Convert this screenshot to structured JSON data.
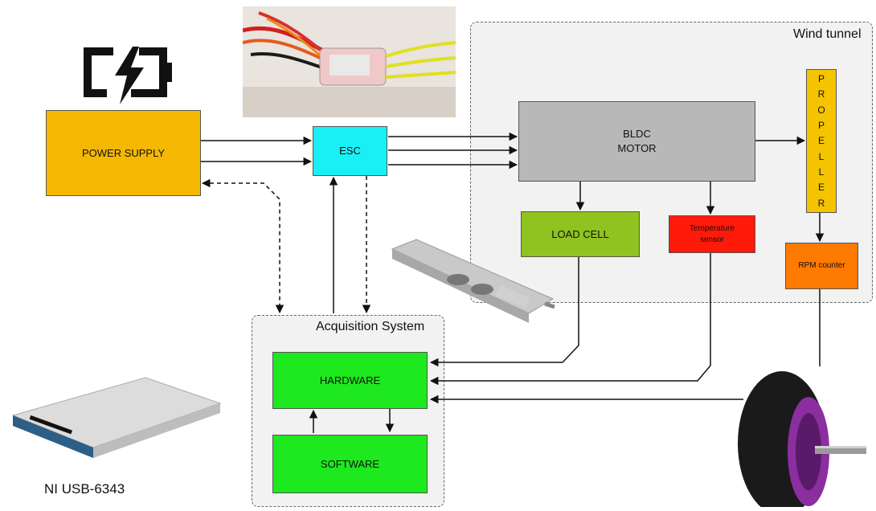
{
  "groups": {
    "wind_tunnel": "Wind tunnel",
    "acquisition": "Acquisition System"
  },
  "blocks": {
    "power_supply": "POWER SUPPLY",
    "esc": "ESC",
    "motor_line1": "BLDC",
    "motor_line2": "MOTOR",
    "propeller_letters": [
      "P",
      "R",
      "O",
      "P",
      "E",
      "L",
      "L",
      "E",
      "R"
    ],
    "load_cell": "LOAD CELL",
    "temperature_line1": "Temperature",
    "temperature_line2": "sensor",
    "rpm_counter": "RPM counter",
    "hardware": "HARDWARE",
    "software": "SOFTWARE"
  },
  "captions": {
    "daq_device": "NI USB-6343"
  },
  "colors": {
    "power_supply": "#f5b800",
    "esc": "#19f0f5",
    "motor": "#b8b8b8",
    "propeller": "#f5c400",
    "load_cell": "#8fc31f",
    "temperature": "#ff1a0a",
    "rpm_counter": "#ff7a00",
    "hardware": "#1ee81e",
    "software": "#1ee81e"
  }
}
